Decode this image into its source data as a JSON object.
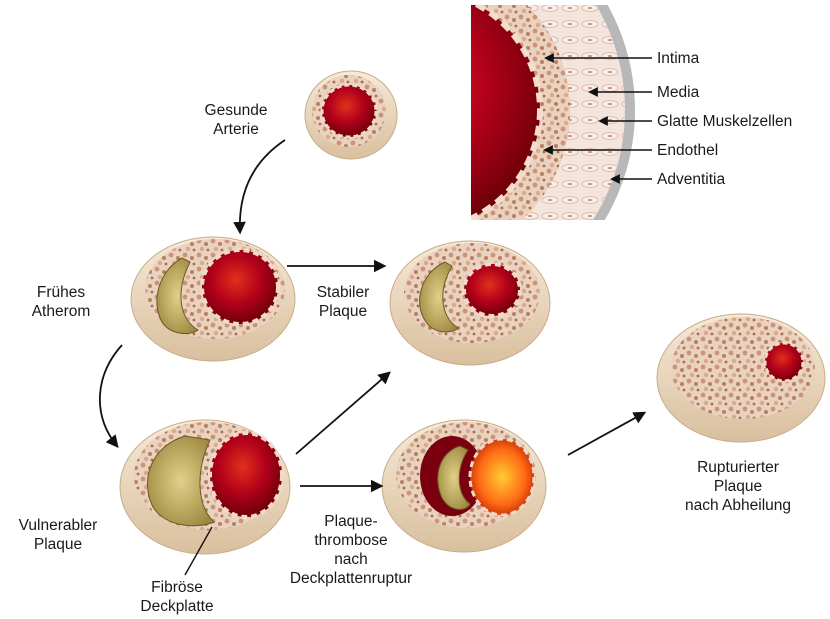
{
  "stages": {
    "healthy": {
      "line1": "Gesunde",
      "line2": "Arterie"
    },
    "early": {
      "line1": "Frühes",
      "line2": "Atherom"
    },
    "stable": {
      "line1": "Stabiler",
      "line2": "Plaque"
    },
    "vulnerable": {
      "line1": "Vulnerabler",
      "line2": "Plaque"
    },
    "fibrous_cap": {
      "line1": "Fibröse",
      "line2": "Deckplatte"
    },
    "thrombosis": {
      "line1": "Plaque-",
      "line2": "thrombose",
      "line3": "nach",
      "line4": "Deckplattenruptur"
    },
    "healed": {
      "line1": "Rupturierter",
      "line2": "Plaque",
      "line3": "nach Abheilung"
    }
  },
  "wall_layers": {
    "intima": "Intima",
    "media": "Media",
    "smooth_muscle": "Glatte Muskelzellen",
    "endothel": "Endothel",
    "adventitia": "Adventitia"
  },
  "colors": {
    "lumen_dark": "#7a0000",
    "lumen_mid": "#b3001a",
    "lumen_light": "#e0301e",
    "tissue": "#e8c9b4",
    "tissue_dark": "#b07a5a",
    "rim": "#efe0c8",
    "lipid_core": "#c8b46a",
    "thrombus": "#ff7a1a"
  }
}
